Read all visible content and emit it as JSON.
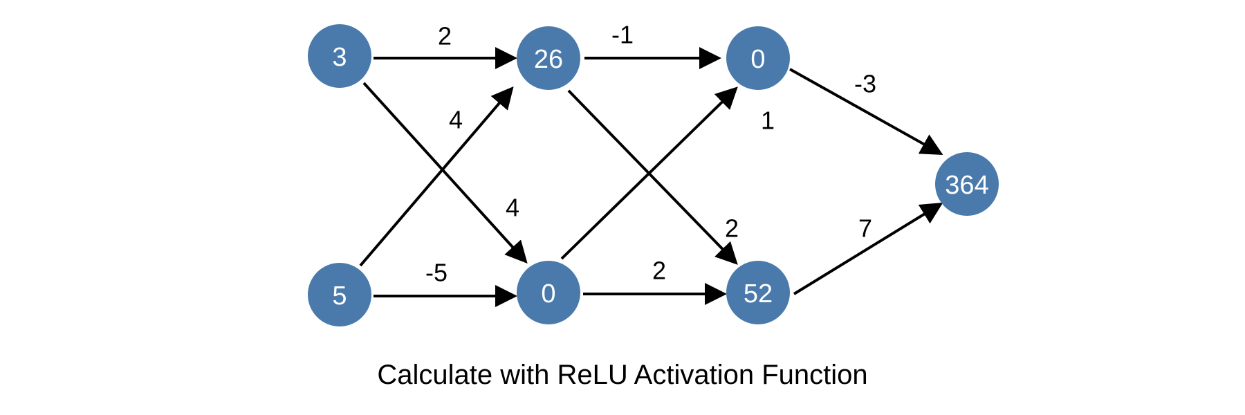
{
  "caption": "Calculate with ReLU Activation Function",
  "colors": {
    "node": "#4a7aab",
    "node_text": "#ffffff",
    "edge": "#000000"
  },
  "nodes": [
    {
      "id": "in1",
      "label": "3"
    },
    {
      "id": "in2",
      "label": "5"
    },
    {
      "id": "h1a",
      "label": "26"
    },
    {
      "id": "h1b",
      "label": "0"
    },
    {
      "id": "h2a",
      "label": "0"
    },
    {
      "id": "h2b",
      "label": "52"
    },
    {
      "id": "out",
      "label": "364"
    }
  ],
  "edges": [
    {
      "from": "in1",
      "to": "h1a",
      "weight": "2"
    },
    {
      "from": "in1",
      "to": "h1b",
      "weight": "4"
    },
    {
      "from": "in2",
      "to": "h1a",
      "weight": "4"
    },
    {
      "from": "in2",
      "to": "h1b",
      "weight": "-5"
    },
    {
      "from": "h1a",
      "to": "h2a",
      "weight": "-1"
    },
    {
      "from": "h1a",
      "to": "h2b",
      "weight": "2"
    },
    {
      "from": "h1b",
      "to": "h2a",
      "weight": "1"
    },
    {
      "from": "h1b",
      "to": "h2b",
      "weight": "2"
    },
    {
      "from": "h2a",
      "to": "out",
      "weight": "-3"
    },
    {
      "from": "h2b",
      "to": "out",
      "weight": "7"
    }
  ]
}
